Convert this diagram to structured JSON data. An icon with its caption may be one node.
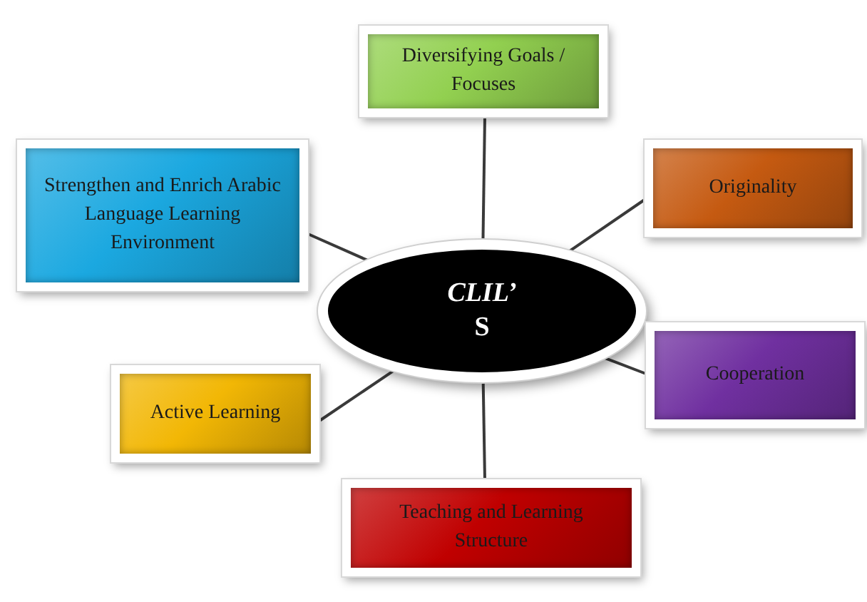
{
  "diagram": {
    "nodes": [
      {
        "text": [
          "CLIL’",
          "S"
        ]
      },
      {
        "text": [
          "Diversifying Goals / Focuses"
        ]
      },
      {
        "text": [
          "Strengthen and Enrich Arabic Language Learning Environment"
        ]
      },
      {
        "text": [
          "Originality"
        ]
      },
      {
        "text": [
          "Active Learning"
        ]
      },
      {
        "text": [
          "Cooperation"
        ]
      },
      {
        "text": [
          "Teaching and Learning Structure"
        ]
      }
    ],
    "edges": [
      {
        "from": 0,
        "to": 1,
        "arrow": "none"
      },
      {
        "from": 0,
        "to": 2,
        "arrow": "none"
      },
      {
        "from": 0,
        "to": 3,
        "arrow": "none"
      },
      {
        "from": 0,
        "to": 4,
        "arrow": "none"
      },
      {
        "from": 0,
        "to": 5,
        "arrow": "none"
      },
      {
        "from": 0,
        "to": 6,
        "arrow": "none"
      }
    ]
  }
}
